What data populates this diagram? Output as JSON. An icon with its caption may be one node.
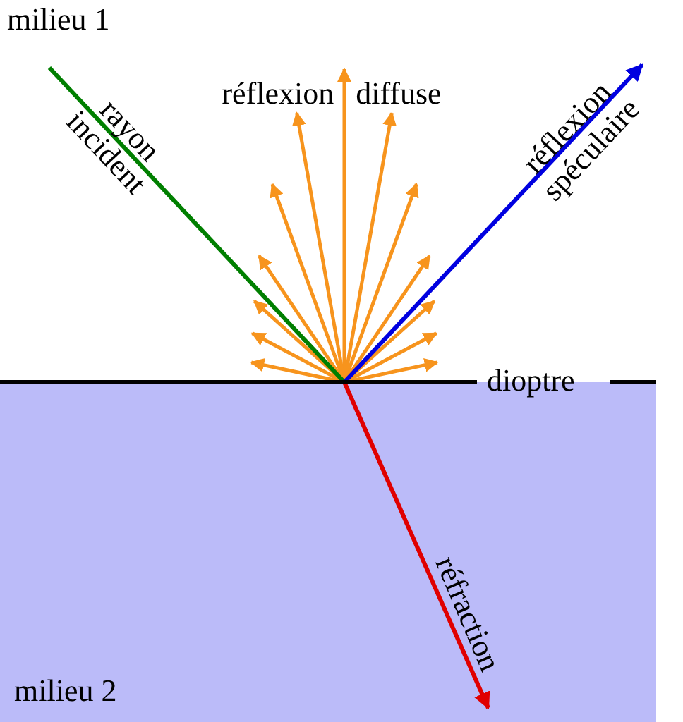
{
  "diagram": {
    "labels": [
      "milieu 1",
      "rayon incident",
      "réflexion diffuse",
      "réflexion spéculaire",
      "dioptre",
      "réfraction",
      "milieu 2"
    ]
  }
}
